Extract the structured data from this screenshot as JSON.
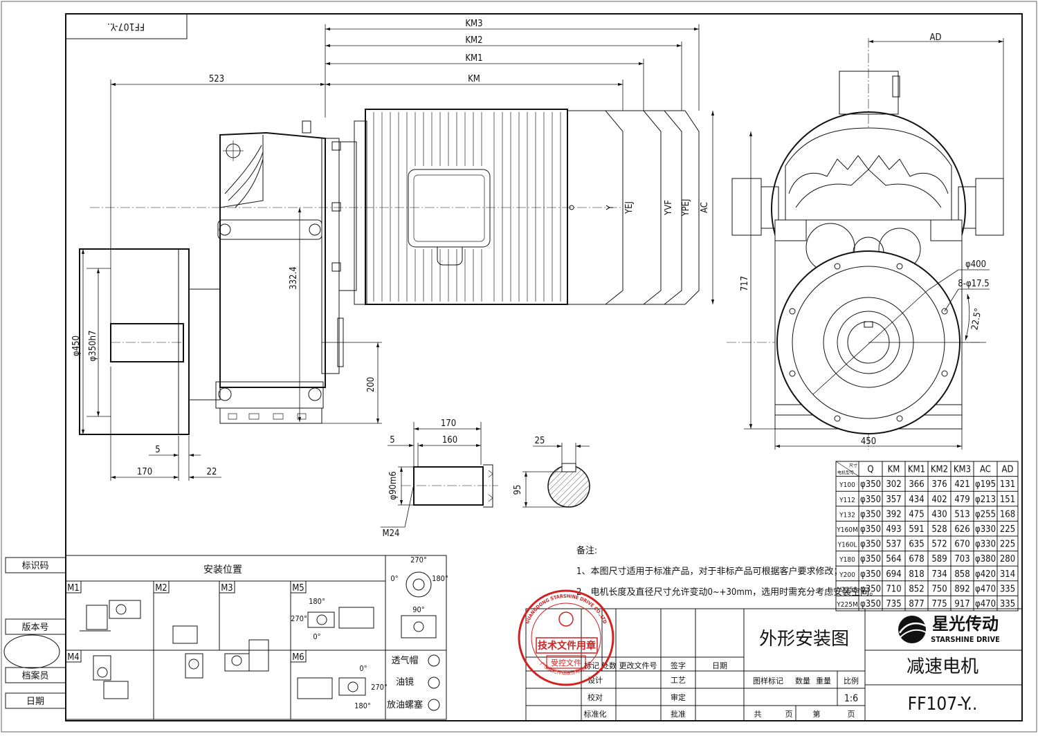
{
  "drawing": {
    "corner_code": "FF107-Y..",
    "dims": {
      "km3": "KM3",
      "km2": "KM2",
      "km1": "KM1",
      "km": "KM",
      "ad": "AD",
      "d523": "523",
      "d332": "332.4",
      "d200": "200",
      "d450dia": "φ450",
      "d350": "φ350h7",
      "d5": "5",
      "d170": "170",
      "d22": "22",
      "y": "Y",
      "yej": "YEJ",
      "yvf": "YVF",
      "ypej": "YPEJ",
      "ac": "AC",
      "d717": "717",
      "d400": "φ400",
      "holes": "8-φ17.5",
      "ang": "22.5°",
      "d450w": "450",
      "shaft_170": "170",
      "shaft_160": "160",
      "shaft_5": "5",
      "shaft_dia": "φ90m6",
      "m24": "M24",
      "key_25": "25",
      "key_95": "95"
    },
    "notes": {
      "title": "备注:",
      "n1": "1、本图尺寸适用于标准产品，对于非标产品可根据客户要求修改；",
      "n2": "2、电机长度及直径尺寸允许变动0~+30mm，选用时需充分考虑安装空间。"
    }
  },
  "dim_table": {
    "headers": [
      "Q",
      "KM",
      "KM1",
      "KM2",
      "KM3",
      "AC",
      "AD"
    ],
    "corner_top": "尺寸",
    "corner_bottom": "电机型号",
    "rows": [
      [
        "Y100",
        "φ350",
        "302",
        "366",
        "376",
        "421",
        "φ195",
        "131"
      ],
      [
        "Y112",
        "φ350",
        "357",
        "434",
        "402",
        "479",
        "φ213",
        "151"
      ],
      [
        "Y132",
        "φ350",
        "392",
        "475",
        "430",
        "513",
        "φ255",
        "168"
      ],
      [
        "Y160M",
        "φ350",
        "493",
        "591",
        "528",
        "626",
        "φ330",
        "225"
      ],
      [
        "Y160L",
        "φ350",
        "537",
        "635",
        "572",
        "670",
        "φ330",
        "225"
      ],
      [
        "Y180",
        "φ350",
        "564",
        "678",
        "589",
        "703",
        "φ380",
        "280"
      ],
      [
        "Y200",
        "φ350",
        "694",
        "818",
        "734",
        "858",
        "φ420",
        "314"
      ],
      [
        "Y225S",
        "φ350",
        "710",
        "852",
        "750",
        "892",
        "φ470",
        "335"
      ],
      [
        "Y225M",
        "φ350",
        "735",
        "877",
        "775",
        "917",
        "φ470",
        "335"
      ]
    ]
  },
  "side_labels": {
    "id_code": "标识码",
    "version": "版本号",
    "archivist": "档案员",
    "date": "日期"
  },
  "mounting": {
    "title": "安装位置",
    "positions": [
      "M1",
      "M2",
      "M3",
      "M4",
      "M5",
      "M6"
    ],
    "angle_270": "270°",
    "angle_0": "0°",
    "angle_180": "180°",
    "angle_90": "90°",
    "legend": [
      "透气帽",
      "油镜",
      "放油螺塞"
    ]
  },
  "stamp": {
    "ring_text": "GUANGDONG STARSHINE DRIVE CO.,LTD",
    "ring_cn": "广东星光传动股份有限公司",
    "label1": "技术文件用章",
    "label2": "受控文件"
  },
  "title_block": {
    "drawing_name": "外形安装图",
    "product": "减速电机",
    "model": "FF107-Y..",
    "company_cn": "星光传动",
    "company_en": "STARSHINE DRIVE",
    "scale_label": "比例",
    "scale": "1:6",
    "weight": "重量",
    "mark": "标记",
    "count": "数量",
    "pattern_mark": "图样标记",
    "sheets": "共",
    "page": "页",
    "sheet_no": "第",
    "change_mark": "标记",
    "location": "处数",
    "change_doc": "更改文件号",
    "sign": "签字",
    "date": "日期",
    "design": "设计",
    "process": "工艺",
    "check": "校对",
    "review": "审定",
    "standard": "标准化",
    "approve": "批准"
  }
}
